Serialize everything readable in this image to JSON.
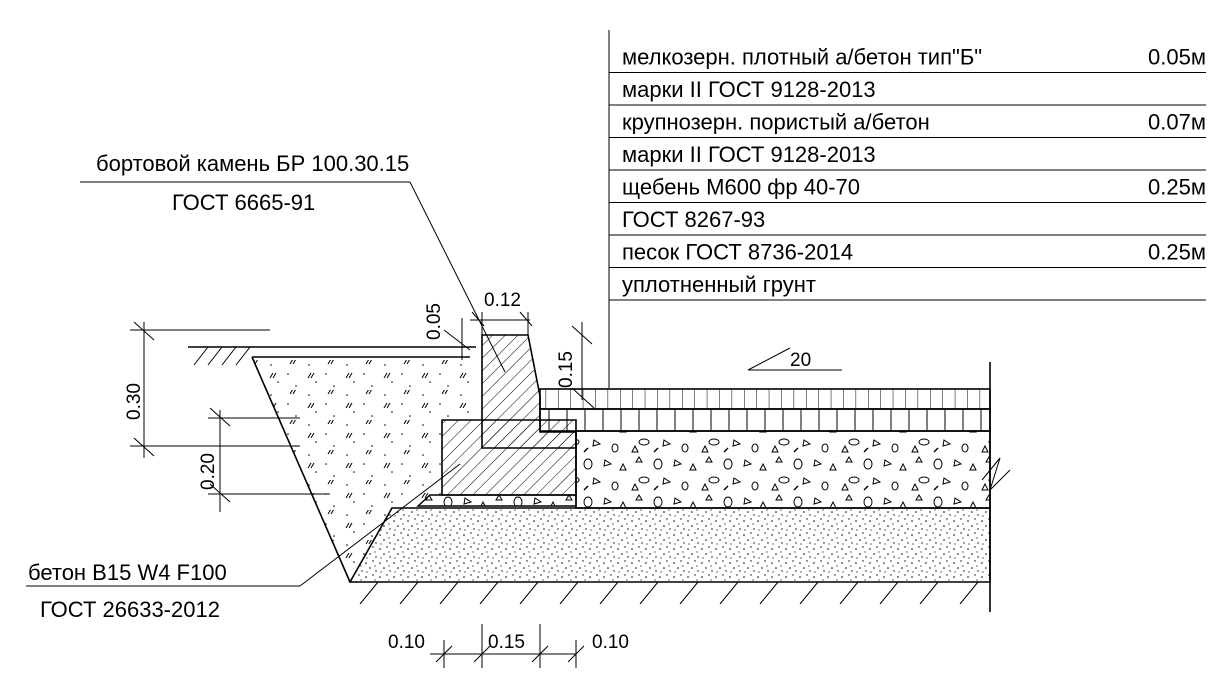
{
  "legend": {
    "rows": [
      {
        "text": "мелкозерн. плотный а/бетон тип\"Б\"",
        "thickness": "0.05м"
      },
      {
        "text": "марки II  ГОСТ 9128-2013",
        "thickness": ""
      },
      {
        "text": "крупнозерн. пористый а/бетон",
        "thickness": "0.07м"
      },
      {
        "text": "марки II  ГОСТ 9128-2013",
        "thickness": ""
      },
      {
        "text": "щебень М600 фр 40-70",
        "thickness": "0.25м"
      },
      {
        "text": "ГОСТ 8267-93",
        "thickness": ""
      },
      {
        "text": "песок ГОСТ 8736-2014",
        "thickness": "0.25м"
      },
      {
        "text": "уплотненный грунт",
        "thickness": ""
      }
    ]
  },
  "callouts": {
    "curb_line1": "бортовой камень БР 100.30.15",
    "curb_line2": "ГОСТ 6665-91",
    "concrete_line1": "бетон В15 W4 F100",
    "concrete_line2": "ГОСТ 26633-2012"
  },
  "dimensions": {
    "d_005": "0.05",
    "d_012": "0.12",
    "d_015_v": "0.15",
    "d_030": "0.30",
    "d_020": "0.20",
    "slope": "20",
    "b_010_left": "0.10",
    "b_015": "0.15",
    "b_010_right": "0.10"
  }
}
